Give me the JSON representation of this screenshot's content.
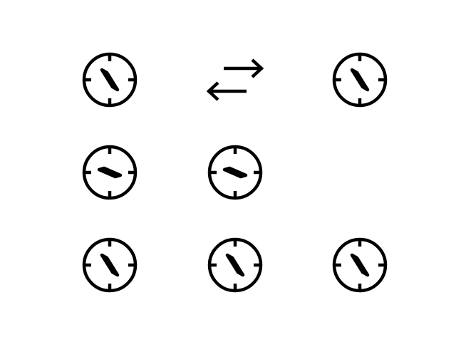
{
  "icon_color": "#000000",
  "background_color": "#ffffff",
  "grid": [
    {
      "icon": "compass-icon",
      "needle": "north-west-to-south-east"
    },
    {
      "icon": "swap-arrows-icon"
    },
    {
      "icon": "compass-icon",
      "needle": "north-west-to-south-east"
    },
    {
      "icon": "compass-icon",
      "needle": "north-east-to-south-west"
    },
    {
      "icon": "compass-icon",
      "needle": "north-east-to-south-west"
    },
    {
      "icon": "empty"
    },
    {
      "icon": "compass-icon",
      "needle": "north-west-to-south-east"
    },
    {
      "icon": "compass-icon",
      "needle": "north-west-to-south-east"
    },
    {
      "icon": "compass-icon",
      "needle": "north-west-to-south-east"
    }
  ]
}
